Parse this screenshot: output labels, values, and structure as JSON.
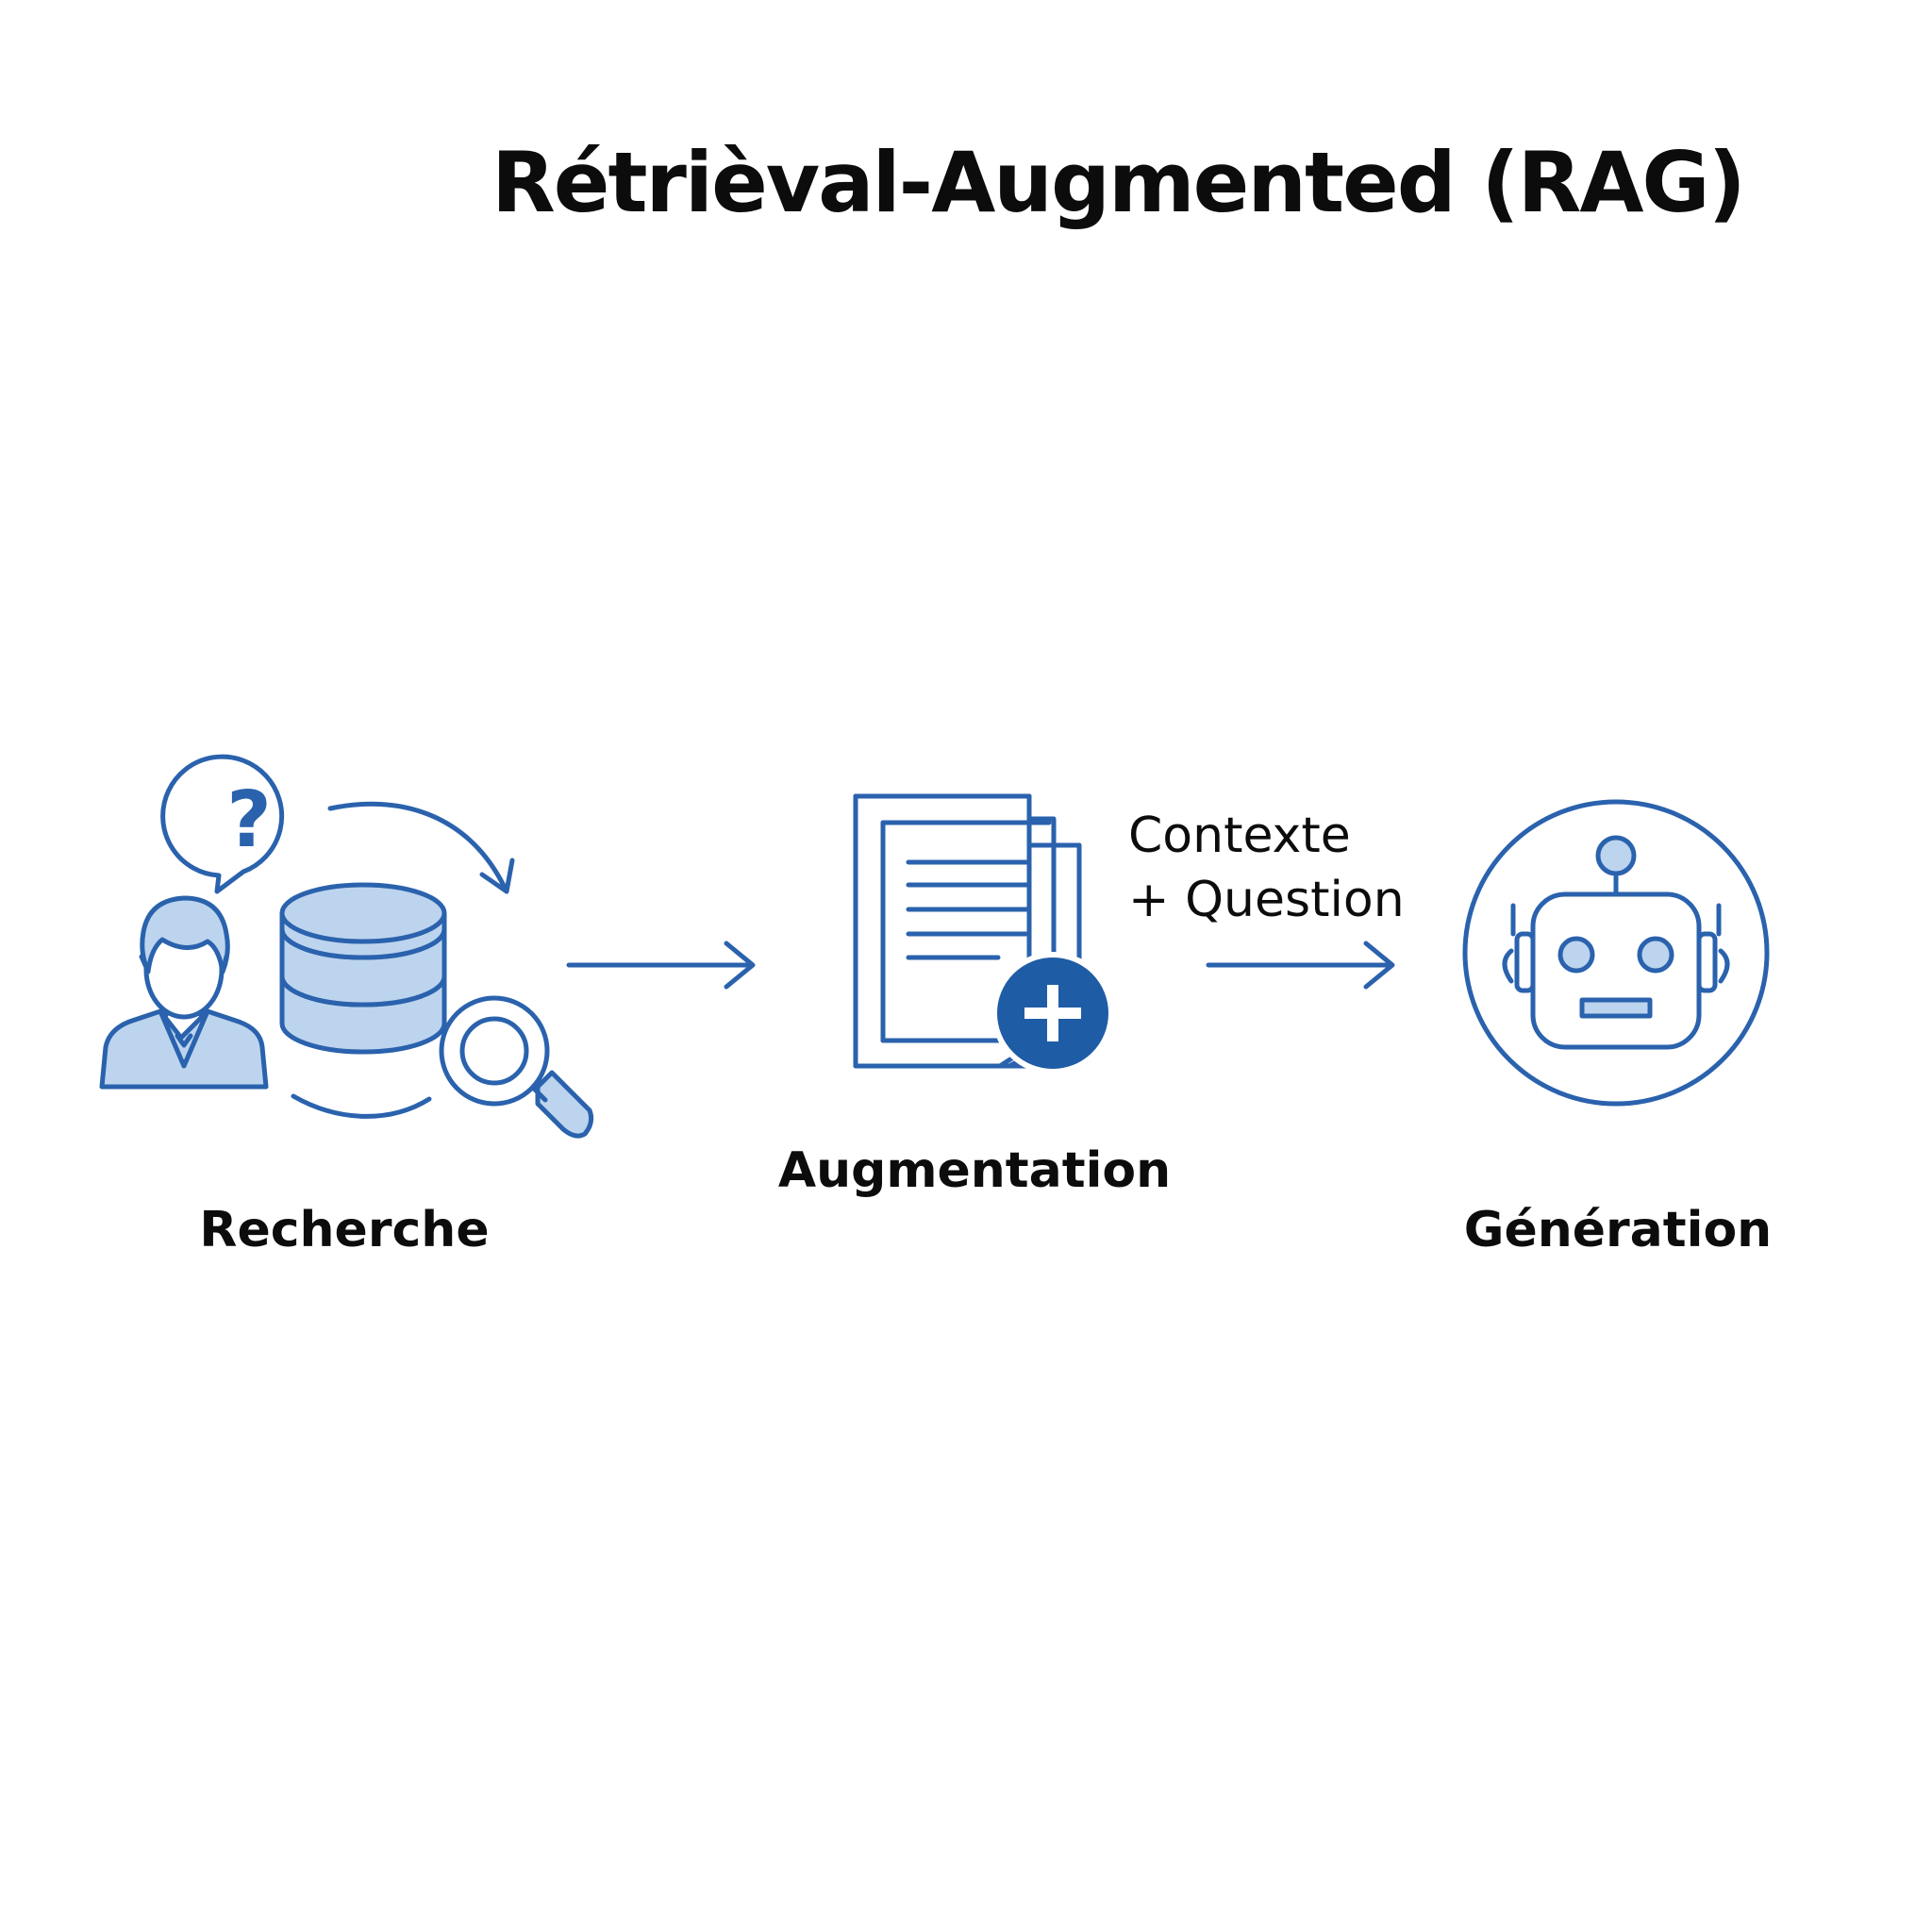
{
  "title": "Rétrièval-Augmented (RAG)",
  "stages": [
    {
      "id": "recherche",
      "label": "Recherche"
    },
    {
      "id": "augmentation",
      "label": "Augmentation"
    },
    {
      "id": "generation",
      "label": "Génération"
    }
  ],
  "flow_label": {
    "line1": "Contexte",
    "line2": "+ Question"
  },
  "icons": {
    "speech_bubble": "question-icon",
    "user": "user-icon",
    "database": "database-icon",
    "search": "magnifier-icon",
    "documents": "documents-icon",
    "plus": "plus-icon",
    "robot": "robot-icon"
  },
  "colors": {
    "stroke": "#2a62ad",
    "fill_light": "#bdd4ee",
    "fill_dark": "#1f5ca6",
    "text": "#0c0c0c",
    "background": "#ffffff"
  }
}
